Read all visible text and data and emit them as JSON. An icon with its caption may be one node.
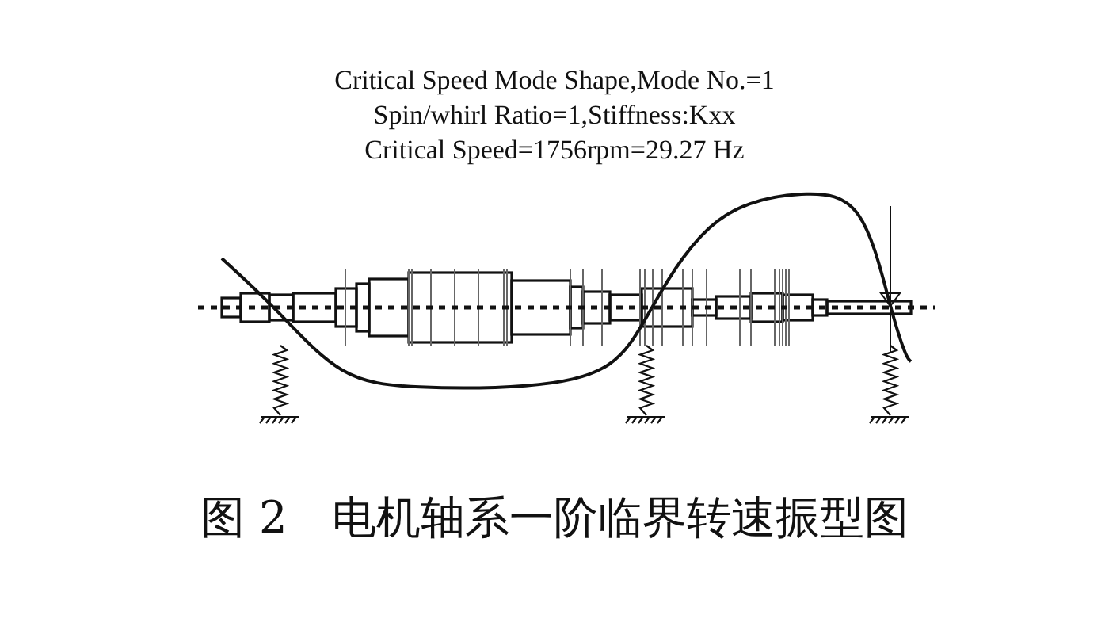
{
  "diagram": {
    "title": "Critical Speed Mode Shape,Mode No.=1",
    "labels": [
      "Spin/whirl Ratio=1,Stiffness:Kxx",
      "Critical Speed=1756rpm=29.27 Hz"
    ],
    "caption": "图 2　电机轴系一阶临界转速振型图"
  }
}
